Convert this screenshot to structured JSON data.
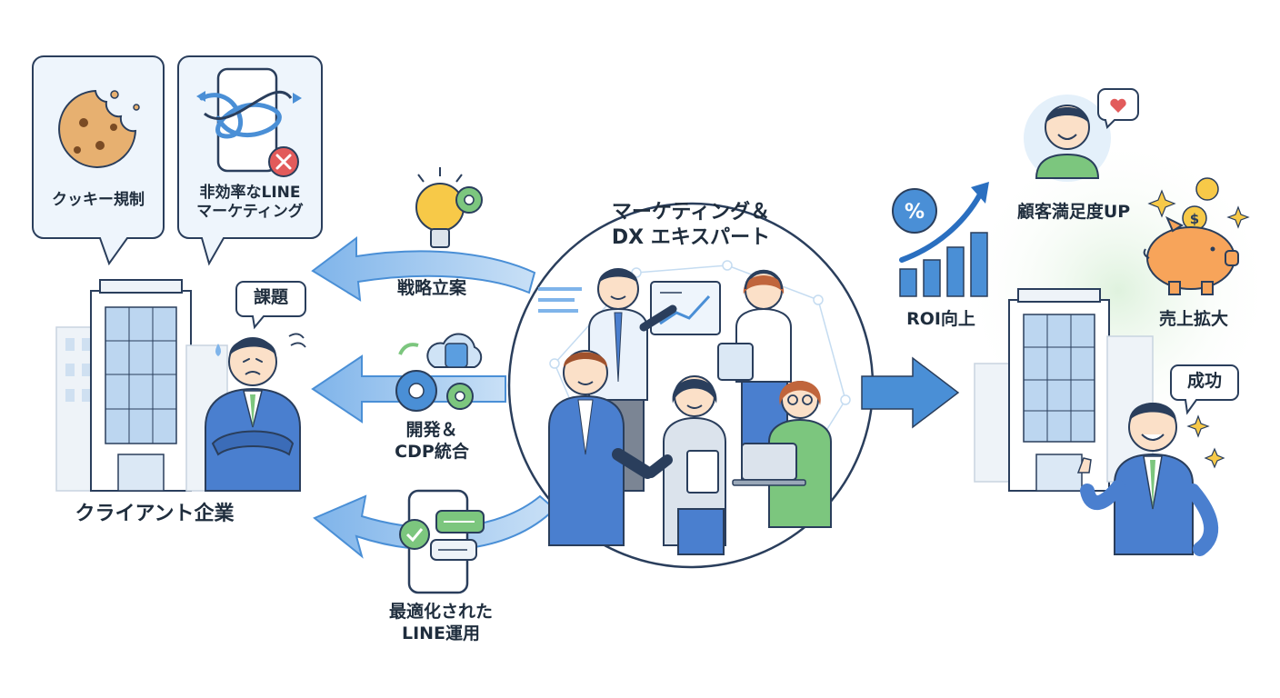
{
  "client": {
    "label": "クライアント企業",
    "problem_badge": "課題",
    "pain_points": [
      {
        "label": "クッキー規制",
        "icon": "cookie-icon"
      },
      {
        "label_line1": "非効率なLINE",
        "label_line2": "マーケティング",
        "icon": "tangled-phone-icon"
      }
    ]
  },
  "expert": {
    "title_line1": "マーケティング＆",
    "title_line2": "DX エキスパート"
  },
  "services": [
    {
      "label_line1": "戦略立案",
      "icon": "lightbulb-gear-icon"
    },
    {
      "label_line1": "開発＆",
      "label_line2": "CDP統合",
      "icon": "gears-cloud-icon"
    },
    {
      "label_line1": "最適化された",
      "label_line2": "LINE運用",
      "icon": "phone-chat-icon"
    }
  ],
  "outcomes": {
    "roi": "ROI向上",
    "satisfaction": "顧客満足度UP",
    "sales": "売上拡大",
    "success_badge": "成功"
  },
  "colors": {
    "arrow_blue": "#5b9ee0",
    "arrow_light": "#a9cdf2",
    "accent_yellow": "#f7c948",
    "accent_green": "#7cc67e",
    "alert_red": "#e25b5b",
    "navy": "#2a3e5c"
  }
}
